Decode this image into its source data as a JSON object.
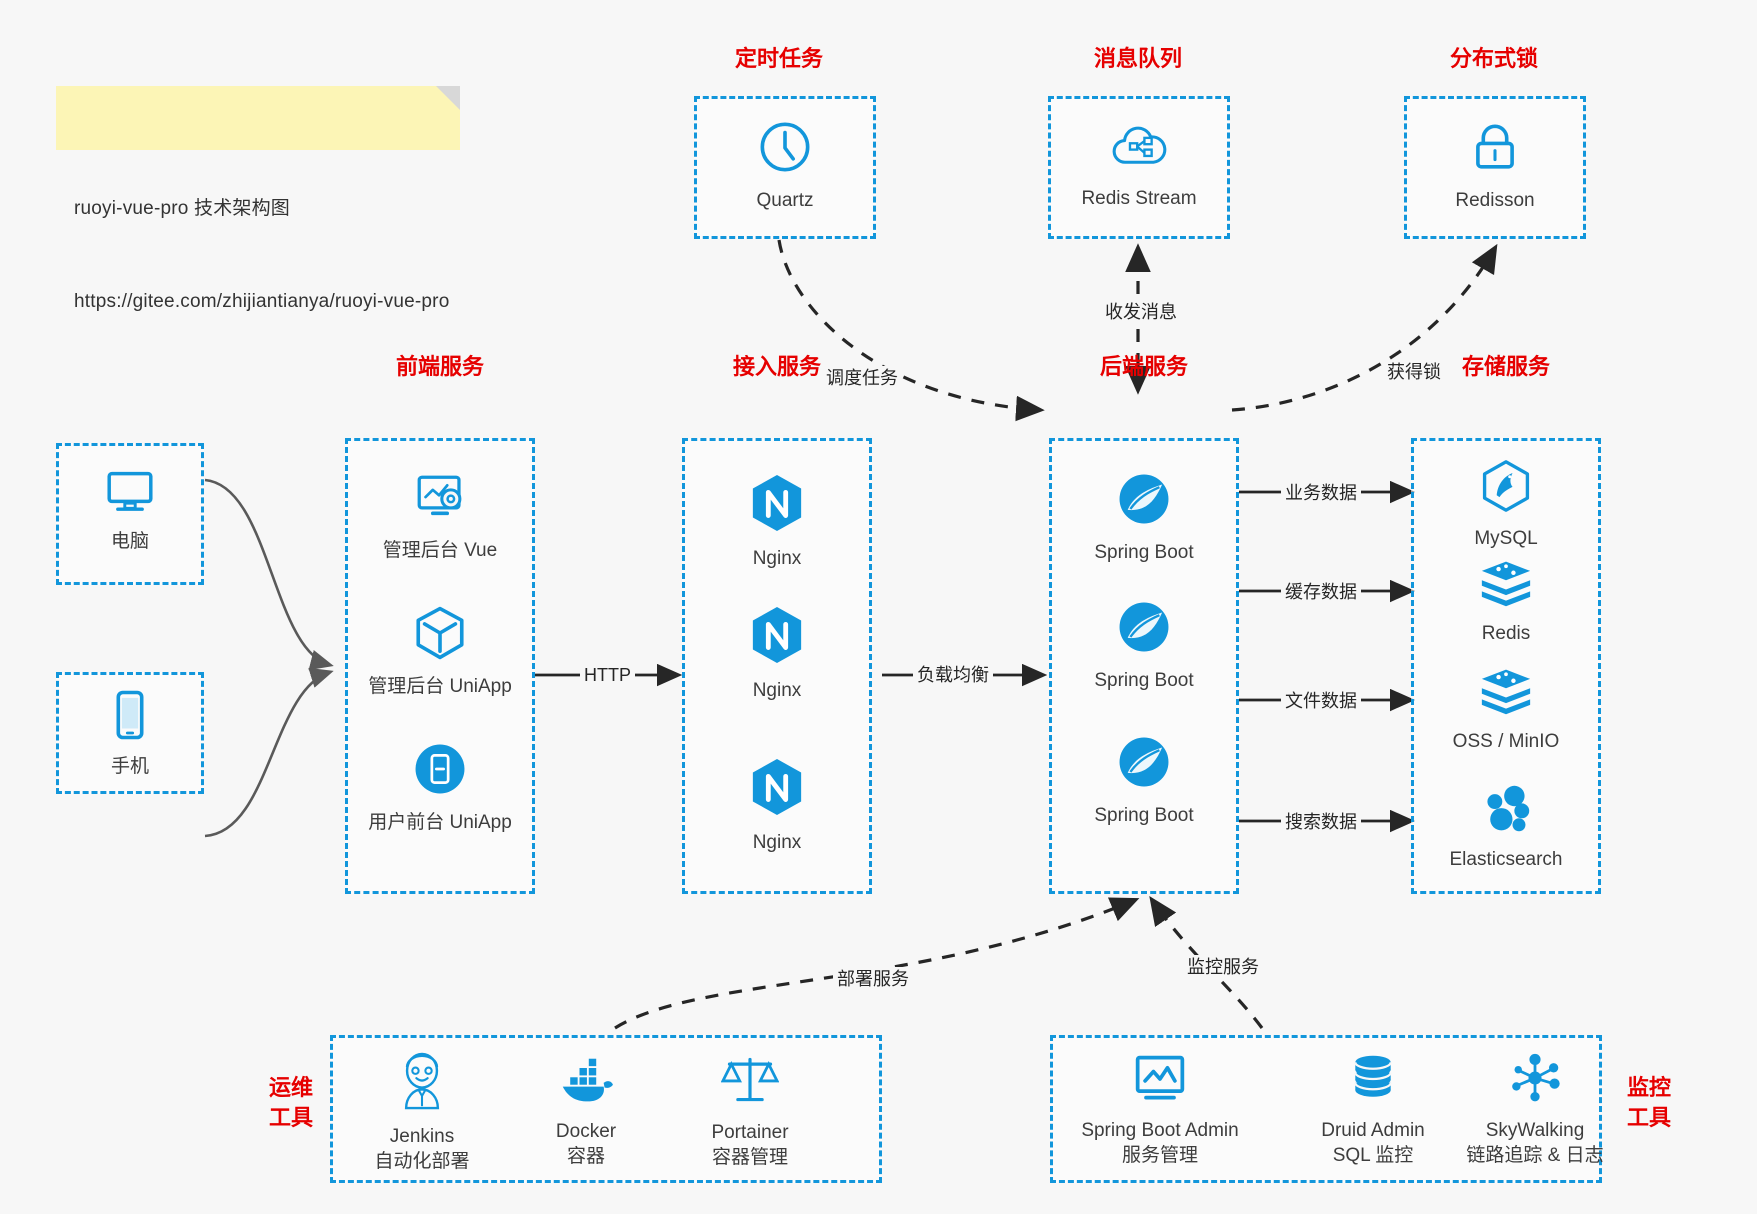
{
  "note": {
    "line1": "ruoyi-vue-pro 技术架构图",
    "line2": "https://gitee.com/zhijiantianya/ruoyi-vue-pro"
  },
  "colors": {
    "accent_blue": "#1296db",
    "title_red": "#e60000",
    "background": "#f7f7f7",
    "note_yellow": "#fcf5b6",
    "edge_dark": "#262626",
    "edge_grey": "#595959"
  },
  "groups": {
    "scheduler": {
      "title": "定时任务",
      "nodes": [
        {
          "label": "Quartz",
          "icon": "clock-icon"
        }
      ]
    },
    "mq": {
      "title": "消息队列",
      "nodes": [
        {
          "label": "Redis Stream",
          "icon": "cloud-stream-icon"
        }
      ]
    },
    "lock": {
      "title": "分布式锁",
      "nodes": [
        {
          "label": "Redisson",
          "icon": "padlock-icon"
        }
      ]
    },
    "clients": {
      "nodes": [
        {
          "label": "电脑",
          "icon": "desktop-icon"
        },
        {
          "label": "手机",
          "icon": "mobile-icon"
        }
      ]
    },
    "frontend": {
      "title": "前端服务",
      "nodes": [
        {
          "label": "管理后台 Vue",
          "icon": "dashboard-icon"
        },
        {
          "label": "管理后台 UniApp",
          "icon": "cube-icon"
        },
        {
          "label": "用户前台 UniApp",
          "icon": "phone-app-icon"
        }
      ]
    },
    "gateway": {
      "title": "接入服务",
      "nodes": [
        {
          "label": "Nginx",
          "icon": "nginx-icon"
        },
        {
          "label": "Nginx",
          "icon": "nginx-icon"
        },
        {
          "label": "Nginx",
          "icon": "nginx-icon"
        }
      ]
    },
    "backend": {
      "title": "后端服务",
      "nodes": [
        {
          "label": "Spring Boot",
          "icon": "spring-boot-icon"
        },
        {
          "label": "Spring Boot",
          "icon": "spring-boot-icon"
        },
        {
          "label": "Spring Boot",
          "icon": "spring-boot-icon"
        }
      ]
    },
    "storage": {
      "title": "存储服务",
      "nodes": [
        {
          "label": "MySQL",
          "icon": "mysql-icon"
        },
        {
          "label": "Redis",
          "icon": "redis-icon"
        },
        {
          "label": "OSS / MinIO",
          "icon": "oss-minio-icon"
        },
        {
          "label": "Elasticsearch",
          "icon": "elasticsearch-icon"
        }
      ]
    },
    "devops": {
      "title_line1": "运维",
      "title_line2": "工具",
      "nodes": [
        {
          "label": "Jenkins",
          "sub": "自动化部署",
          "icon": "jenkins-icon"
        },
        {
          "label": "Docker",
          "sub": "容器",
          "icon": "docker-icon"
        },
        {
          "label": "Portainer",
          "sub": "容器管理",
          "icon": "scales-icon"
        }
      ]
    },
    "monitoring": {
      "title_line1": "监控",
      "title_line2": "工具",
      "nodes": [
        {
          "label": "Spring Boot Admin",
          "sub": "服务管理",
          "icon": "monitor-chart-icon"
        },
        {
          "label": "Druid Admin",
          "sub": "SQL 监控",
          "icon": "database-icon"
        },
        {
          "label": "SkyWalking",
          "sub": "链路追踪 & 日志",
          "icon": "skywalking-icon"
        }
      ]
    }
  },
  "edges": [
    {
      "label": "调度任务",
      "from": "scheduler",
      "to": "backend",
      "style": "dashed"
    },
    {
      "label": "收发消息",
      "from": "backend",
      "to": "mq",
      "style": "dashed",
      "bidirectional": true
    },
    {
      "label": "获得锁",
      "from": "backend",
      "to": "lock",
      "style": "dashed"
    },
    {
      "label": "HTTP",
      "from": "frontend",
      "to": "gateway",
      "style": "solid"
    },
    {
      "label": "负载均衡",
      "from": "gateway",
      "to": "backend",
      "style": "solid"
    },
    {
      "label": "业务数据",
      "from": "backend",
      "to": "mysql",
      "style": "solid"
    },
    {
      "label": "缓存数据",
      "from": "backend",
      "to": "redis",
      "style": "solid"
    },
    {
      "label": "文件数据",
      "from": "backend",
      "to": "oss",
      "style": "solid"
    },
    {
      "label": "搜索数据",
      "from": "backend",
      "to": "elasticsearch",
      "style": "solid"
    },
    {
      "label": "部署服务",
      "from": "devops",
      "to": "backend",
      "style": "dashed"
    },
    {
      "label": "监控服务",
      "from": "monitoring",
      "to": "backend",
      "style": "dashed"
    }
  ]
}
